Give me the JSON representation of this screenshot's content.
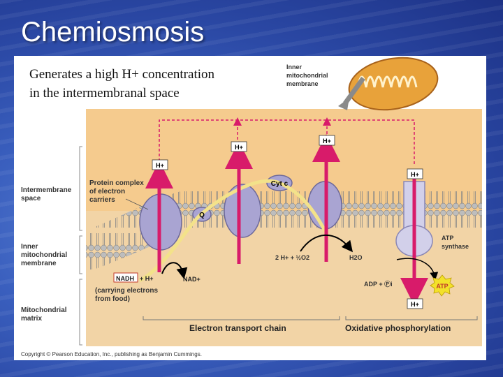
{
  "slide": {
    "title": "Chemiosmosis",
    "caption_line1": "Generates a high H+ concentration",
    "caption_line2": "in the intermembranal space"
  },
  "figure": {
    "inner_membrane_callout": [
      "Inner",
      "mitochondrial",
      "membrane"
    ],
    "regions": {
      "intermembrane_space": [
        "Intermembrane",
        "space"
      ],
      "inner_membrane": [
        "Inner",
        "mitochondrial",
        "membrane"
      ],
      "matrix": [
        "Mitochondrial",
        "matrix"
      ]
    },
    "protein_complex_label": [
      "Protein complex",
      "of electron",
      "carriers"
    ],
    "proton": "H+",
    "q_label": "Q",
    "cyt_c_label": "Cyt c",
    "water_reaction": "2 H+ + ½O2",
    "water_product": "H2O",
    "nadh": "NADH",
    "nadh_plus": "+ H+",
    "nad_plus": "NAD+",
    "nadh_note": [
      "(carrying electrons",
      "from food)"
    ],
    "atp_synthase_label": [
      "ATP",
      "synthase"
    ],
    "adp_label": "ADP + Ⓟi",
    "atp": "ATP",
    "section_etc": "Electron transport chain",
    "section_oxphos": "Oxidative phosphorylation",
    "copyright": "Copyright © Pearson Education, Inc., publishing as Benjamin Cummings."
  },
  "colors": {
    "slide_background": "#3a5fbe",
    "intermembrane_space": "#f5cb8e",
    "membrane_protein": "#a9a4d2",
    "proton_arrow": "#d81b6a",
    "electron_path": "#f3e28a"
  }
}
